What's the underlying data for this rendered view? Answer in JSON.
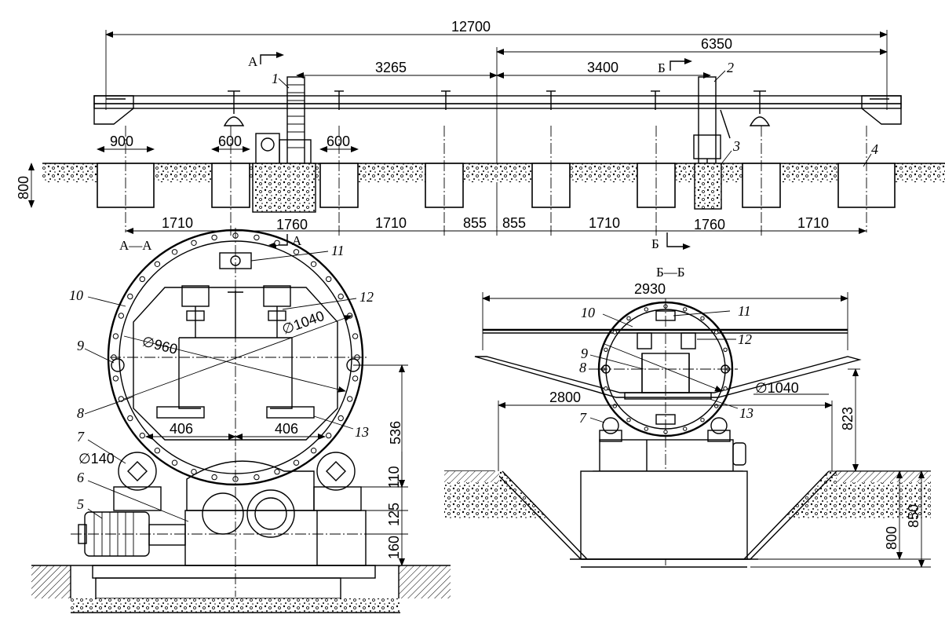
{
  "top_view": {
    "overall_length": "12700",
    "half_length": "6350",
    "span_left": "3265",
    "span_right": "3400",
    "pit_width_left": "900",
    "pit_width_1": "600",
    "pit_width_2": "600",
    "depth": "800",
    "bottom_dims": [
      "1710",
      "1760",
      "1710",
      "855",
      "855",
      "1710",
      "1760",
      "1710"
    ],
    "pos_labels": [
      "1",
      "2",
      "3",
      "4"
    ],
    "section_marks": {
      "a_top": "А",
      "b_top": "Б",
      "a_bottom": "А",
      "b_bottom": "Б"
    }
  },
  "section_a": {
    "title": "А—А",
    "dia_outer": "∅1040",
    "dia_inner": "∅960",
    "dia_roller": "∅140",
    "dims": {
      "w1": "406",
      "w2": "406",
      "h1": "536",
      "h2": "110",
      "h3": "125",
      "h4": "160"
    },
    "pos_labels": [
      "5",
      "6",
      "7",
      "8",
      "9",
      "10",
      "11",
      "12",
      "13"
    ]
  },
  "section_b": {
    "title": "Б—Б",
    "width_top": "2930",
    "width_bottom": "2800",
    "dia": "∅1040",
    "dims": {
      "h1": "823",
      "h2": "800",
      "h3": "850"
    },
    "pos_labels": [
      "7",
      "8",
      "9",
      "10",
      "11",
      "12",
      "13"
    ]
  }
}
